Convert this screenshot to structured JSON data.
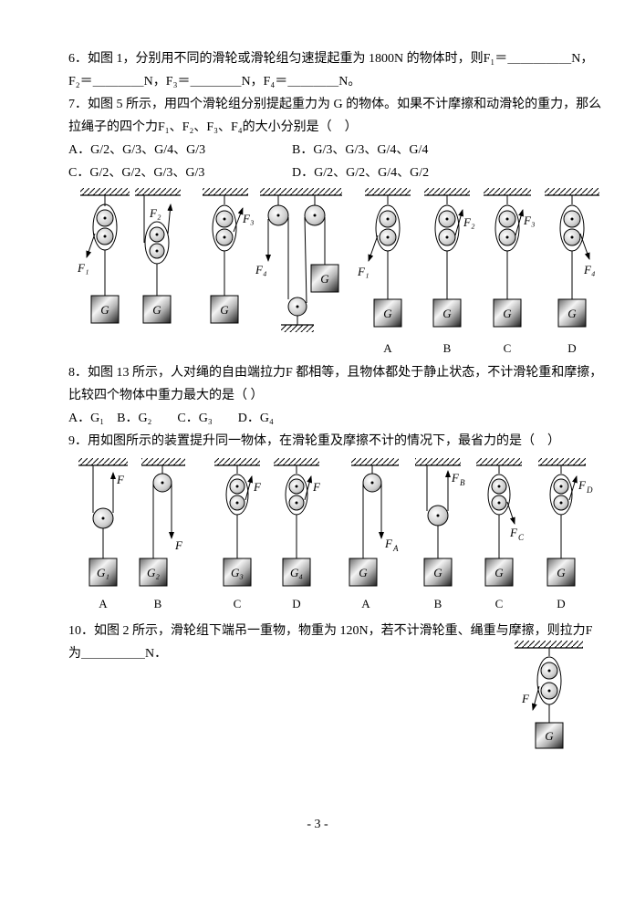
{
  "page": {
    "footer": "- 3 -"
  },
  "q6": {
    "line1": "6．如图 1，分别用不同的滑轮或滑轮组匀速提起重为 1800N 的物体时，则F₁＝＿＿＿＿＿N，",
    "line2": "F₂＝＿＿＿＿N，F₃＝＿＿＿＿N，F₄＝＿＿＿＿N。"
  },
  "q7": {
    "line1": "7．如图 5 所示，用四个滑轮组分别提起重力为 G 的物体。如果不计摩擦和动滑轮的重力，那么",
    "line2": "拉绳子的四个力F₁、F₂、F₃、F₄的大小分别是（　）",
    "optA": "A．G/2、G/3、G/4、G/3",
    "optB": "B．G/3、G/3、G/4、G/4",
    "optC": "C．G/2、G/2、G/3、G/3",
    "optD": "D．G/2、G/2、G/4、G/2"
  },
  "q8": {
    "line1": "8．如图 13 所示，人对绳的自由端拉力F 都相等，且物体都处于静止状态，不计滑轮重和摩擦，",
    "line2": "比较四个物体中重力最大的是（ ）",
    "options": "A．G₁　B．G₂　　C．G₃　　D．G₄"
  },
  "q9": {
    "line1": "9．用如图所示的装置提升同一物体，在滑轮重及摩擦不计的情况下，最省力的是（　）"
  },
  "q10": {
    "line1": "10．如图 2 所示，滑轮组下端吊一重物，物重为 120N，若不计滑轮重、绳重与摩擦，则拉力F",
    "line2": "为＿＿＿＿＿N．"
  },
  "fig1": {
    "systems": [
      {
        "force": "F₁",
        "weight": "G"
      },
      {
        "force": "F₂",
        "weight": "G"
      },
      {
        "force": "F₃",
        "weight": "G"
      },
      {
        "force": "F₄",
        "weight": "G"
      },
      {
        "force": "F₁",
        "weight": "G",
        "letter": "A"
      },
      {
        "force": "F₂",
        "weight": "G",
        "letter": "B"
      },
      {
        "force": "F₃",
        "weight": "G",
        "letter": "C"
      },
      {
        "force": "F₄",
        "weight": "G",
        "letter": "D"
      }
    ]
  },
  "fig2": {
    "systems": [
      {
        "force": "F",
        "weight": "G₁",
        "letter": "A"
      },
      {
        "force": "F",
        "weight": "G₂",
        "letter": "B"
      },
      {
        "force": "F",
        "weight": "G₃",
        "letter": "C"
      },
      {
        "force": "F",
        "weight": "G₄",
        "letter": "D"
      },
      {
        "force": "F",
        "sub": "A",
        "weight": "G",
        "letter": "A"
      },
      {
        "force": "F",
        "sub": "B",
        "weight": "G",
        "letter": "B"
      },
      {
        "force": "F",
        "sub": "C",
        "weight": "G",
        "letter": "C"
      },
      {
        "force": "F",
        "sub": "D",
        "weight": "G",
        "letter": "D"
      }
    ]
  },
  "fig3": {
    "force": "F",
    "weight": "G"
  }
}
